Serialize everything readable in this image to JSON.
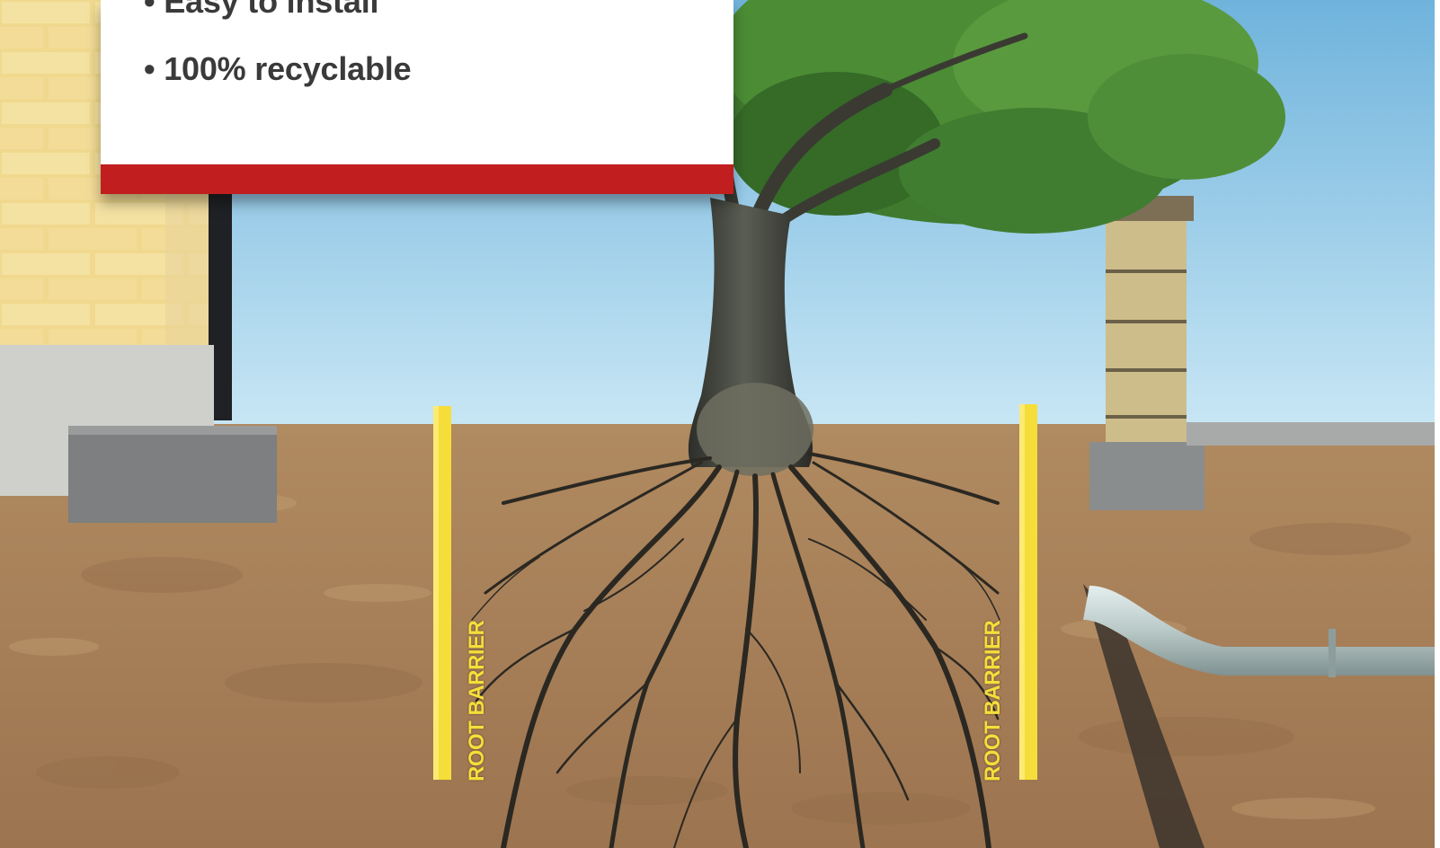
{
  "info_card": {
    "bullets": [
      "• Easy to install",
      "• 100% recyclable"
    ],
    "accent_color": "#c01e1f"
  },
  "diagram": {
    "barrier_labels": {
      "left": "ROOT BARRIER",
      "right": "ROOT BARRIER"
    },
    "barrier_color": "#f5de3a",
    "sky_color": "#9fd3ec",
    "soil_color": "#ad845c"
  }
}
